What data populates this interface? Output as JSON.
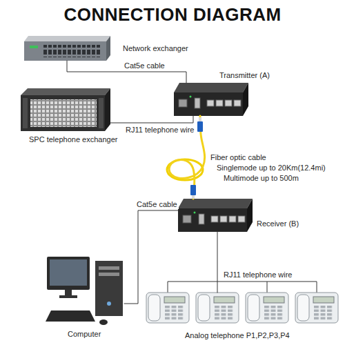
{
  "diagram": {
    "title": "CONNECTION DIAGRAM",
    "nodes": [
      {
        "text": [
          "Network exchanger"
        ]
      },
      {
        "text": [
          "SPC telephone exchanger"
        ]
      },
      {
        "text": [
          "Transmitter (A)"
        ]
      },
      {
        "text": [
          "Receiver (B)"
        ]
      },
      {
        "text": [
          "Computer"
        ]
      },
      {
        "text": [
          "Analog telephone P1,P2,P3,P4"
        ]
      }
    ],
    "edges": [
      {
        "from": 0,
        "to": 2,
        "label": "Cat5e cable",
        "arrow": "none"
      },
      {
        "from": 1,
        "to": 2,
        "label": "RJ11 telephone wire",
        "arrow": "none"
      },
      {
        "from": 2,
        "to": 3,
        "label": "Fiber optic cable",
        "arrow": "none"
      },
      {
        "from": 3,
        "to": 4,
        "label": "Cat5e cable",
        "arrow": "none"
      },
      {
        "from": 3,
        "to": 5,
        "label": "RJ11 telephone wire",
        "arrow": "none"
      }
    ],
    "labels": [
      "Singlemode up to 20Km(12.4mi)",
      "Multimode up to 500m"
    ]
  }
}
